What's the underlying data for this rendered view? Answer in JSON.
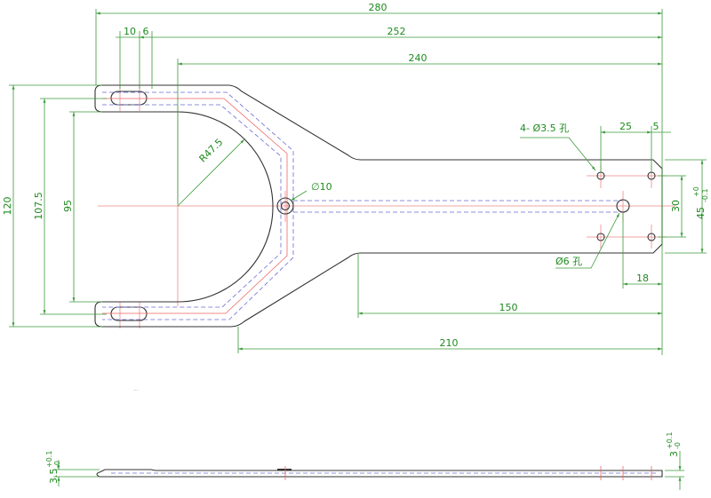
{
  "drawing": {
    "dimensions": {
      "overall_length": "280",
      "slot_to_end": "252",
      "center_to_end": "240",
      "slot_width": "10",
      "slot_offset": "6",
      "overall_height": "120",
      "slot_spacing": "107.5",
      "fork_opening": "95",
      "fork_radius": "R47.5",
      "center_hole": "∅10",
      "handle_length": "150",
      "taper_length": "210",
      "hole_offset": "18",
      "hole_pitch_x": "25",
      "end_margin": "5",
      "hole_pitch_y": "30",
      "handle_width": "45",
      "handle_width_tol_upper": "+0",
      "handle_width_tol_lower": "-0.1",
      "thickness_left": "3.5",
      "thickness_left_tol_upper": "+0.1",
      "thickness_left_tol_lower": "-0",
      "thickness_right": "3",
      "thickness_right_tol_upper": "+0.1",
      "thickness_right_tol_lower": "-0"
    },
    "notes": {
      "small_holes": "4- Ø3.5 孔",
      "large_hole": "Ø6 孔",
      "dots": "..."
    }
  }
}
